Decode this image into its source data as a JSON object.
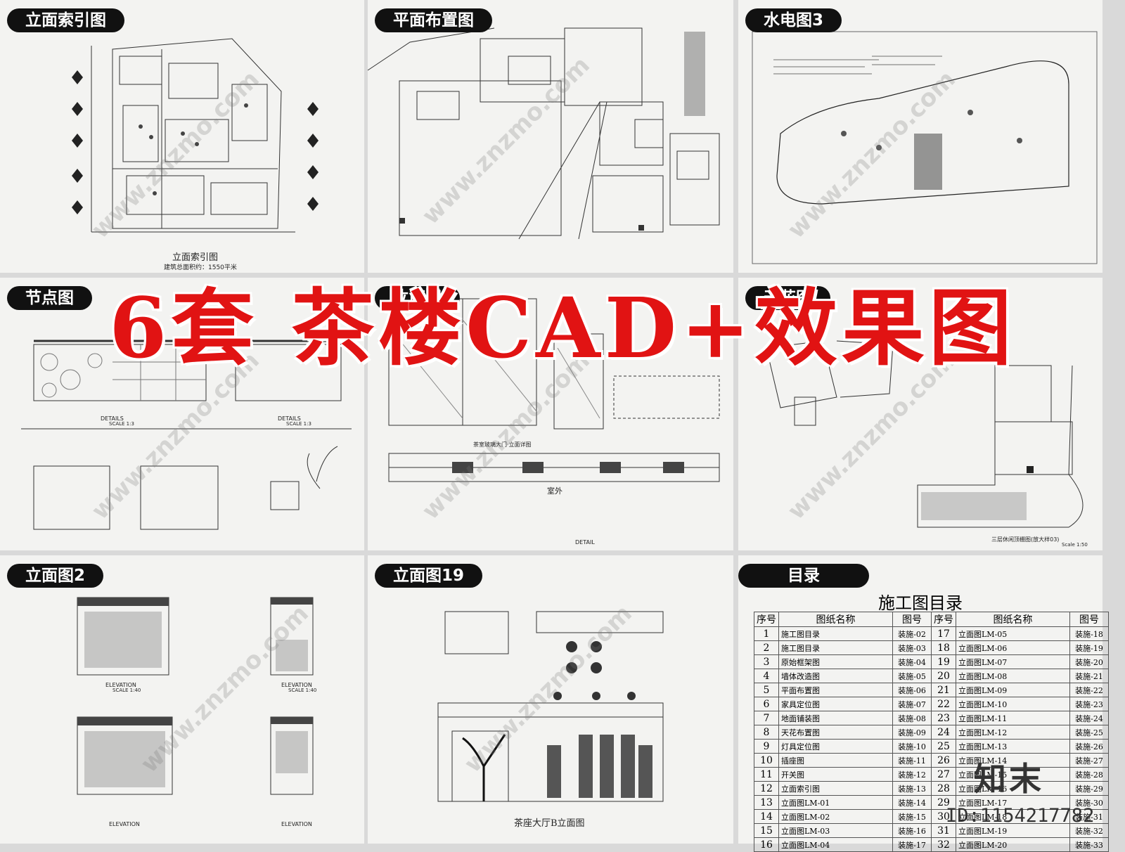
{
  "panels": [
    {
      "tag": "立面索引图",
      "caption": "立面索引图",
      "subcaption": "建筑总面积约：1550平米"
    },
    {
      "tag": "平面布置图"
    },
    {
      "tag": "水电图3"
    },
    {
      "tag": "节点图"
    },
    {
      "tag": "立面图"
    },
    {
      "tag": "天花图"
    },
    {
      "tag": "立面图2"
    },
    {
      "tag": "立面图19",
      "caption": "茶座大厅B立面图"
    },
    {
      "tag": "目录"
    }
  ],
  "banner": "6套  茶楼CAD+效果图",
  "labels": {
    "details": "DETAILS",
    "scale13": "SCALE  1:3",
    "detail": "DETAIL",
    "elevation": "ELEVATION",
    "scale140": "SCALE  1:40",
    "outdoor": "室外",
    "door_caption": "茶室玻璃大门·立面详图",
    "ceiling_caption": "三层休闲顶棚图(放大样03)",
    "scale150": "Scale 1:50"
  },
  "watermark": "www.znzmo.com",
  "brand": "知末",
  "id": "ID:1154217782",
  "toc": {
    "title": "施工图目录",
    "headers": [
      "序号",
      "图纸名称",
      "图号",
      "序号",
      "图纸名称",
      "图号"
    ],
    "rows": [
      [
        "1",
        "施工图目录",
        "装施-02",
        "17",
        "立面图LM-05",
        "装施-18"
      ],
      [
        "2",
        "施工图目录",
        "装施-03",
        "18",
        "立面图LM-06",
        "装施-19"
      ],
      [
        "3",
        "原始框架图",
        "装施-04",
        "19",
        "立面图LM-07",
        "装施-20"
      ],
      [
        "4",
        "墙体改造图",
        "装施-05",
        "20",
        "立面图LM-08",
        "装施-21"
      ],
      [
        "5",
        "平面布置图",
        "装施-06",
        "21",
        "立面图LM-09",
        "装施-22"
      ],
      [
        "6",
        "家具定位图",
        "装施-07",
        "22",
        "立面图LM-10",
        "装施-23"
      ],
      [
        "7",
        "地面铺装图",
        "装施-08",
        "23",
        "立面图LM-11",
        "装施-24"
      ],
      [
        "8",
        "天花布置图",
        "装施-09",
        "24",
        "立面图LM-12",
        "装施-25"
      ],
      [
        "9",
        "灯具定位图",
        "装施-10",
        "25",
        "立面图LM-13",
        "装施-26"
      ],
      [
        "10",
        "插座图",
        "装施-11",
        "26",
        "立面图LM-14",
        "装施-27"
      ],
      [
        "11",
        "开关图",
        "装施-12",
        "27",
        "立面图LM-15",
        "装施-28"
      ],
      [
        "12",
        "立面索引图",
        "装施-13",
        "28",
        "立面图LM-16",
        "装施-29"
      ],
      [
        "13",
        "立面图LM-01",
        "装施-14",
        "29",
        "立面图LM-17",
        "装施-30"
      ],
      [
        "14",
        "立面图LM-02",
        "装施-15",
        "30",
        "立面图LM-18",
        "装施-31"
      ],
      [
        "15",
        "立面图LM-03",
        "装施-16",
        "31",
        "立面图LM-19",
        "装施-32"
      ],
      [
        "16",
        "立面图LM-04",
        "装施-17",
        "32",
        "立面图LM-20",
        "装施-33"
      ]
    ]
  }
}
